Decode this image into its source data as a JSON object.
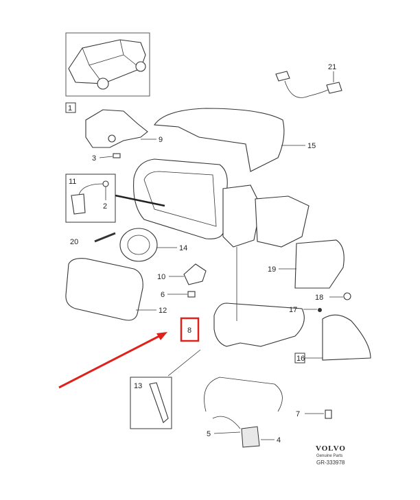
{
  "labels": {
    "l1": "1",
    "l2": "2",
    "l3": "3",
    "l4": "4",
    "l5": "5",
    "l6": "6",
    "l7": "7",
    "l8": "8",
    "l9": "9",
    "l10": "10",
    "l11": "11",
    "l12": "12",
    "l13": "13",
    "l14": "14",
    "l15": "15",
    "l16": "16",
    "l17": "17",
    "l18": "18",
    "l19": "19",
    "l20": "20",
    "l21": "21"
  },
  "brand": {
    "logo": "VOLVO",
    "subtitle": "Genuine Parts",
    "ref": "GR-333978"
  },
  "colors": {
    "highlight": "#e0201a",
    "arrow": "#e0201a"
  }
}
